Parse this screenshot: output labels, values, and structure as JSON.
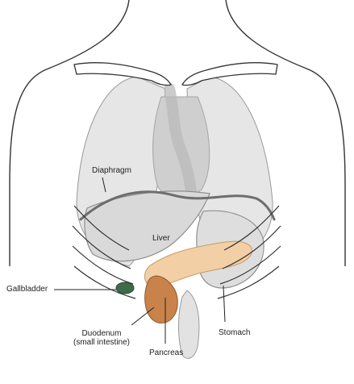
{
  "labels": {
    "diaphragm": "Diaphragm",
    "liver": "Liver",
    "gallbladder": "Gallbladder",
    "duodenum_line1": "Duodenum",
    "duodenum_line2": "(small intestine)",
    "pancreas": "Pancreas",
    "stomach": "Stomach"
  },
  "colors": {
    "outline": "#333333",
    "organ_fill": "#d9d9d9",
    "lung_fill": "#e6e6e6",
    "diaphragm_line": "#6e6e6e",
    "gallbladder": "#3d6b4a",
    "pancreas": "#f3cfa6",
    "duodenum": "#c9834a"
  }
}
